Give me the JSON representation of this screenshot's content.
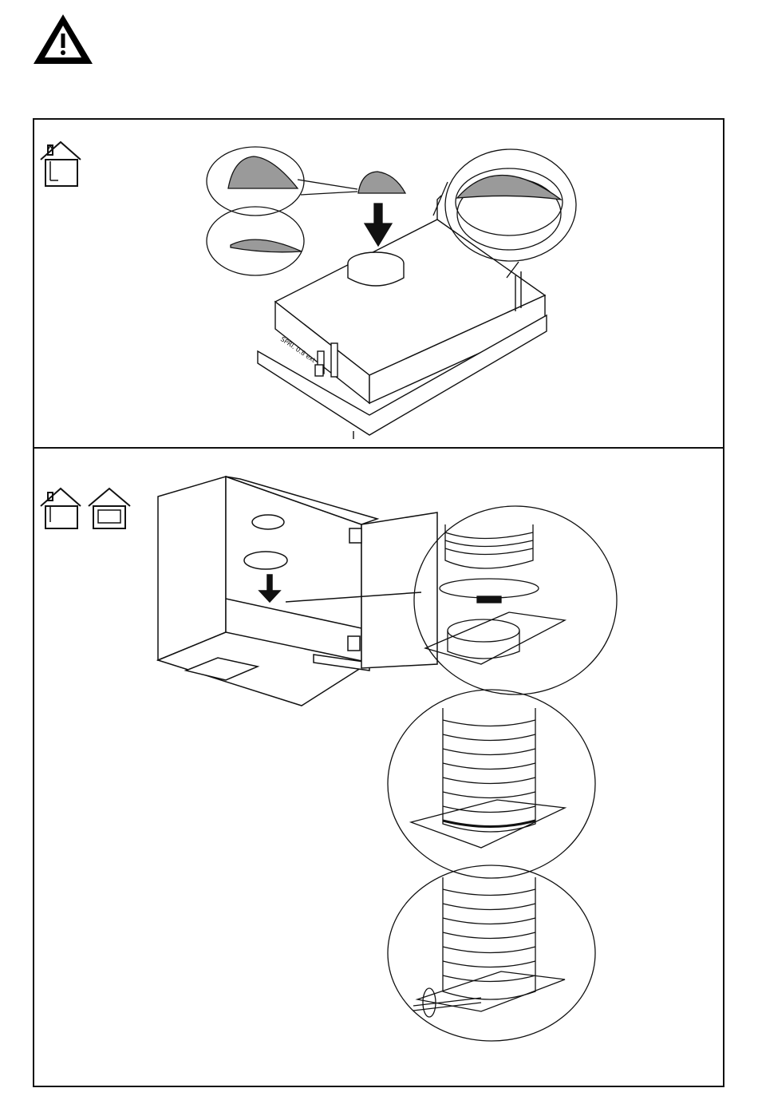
{
  "document": {
    "type": "installation-illustration",
    "warning_icon": "warning-triangle-icon",
    "steps": [
      {
        "mode_icons": [
          "house-ducted-exhaust-icon"
        ],
        "illustration": "backdraft-flap-fitted-into-hood-outlet",
        "unit_label": "SPRI. 0.8 ext"
      },
      {
        "mode_icons": [
          "house-ducted-exhaust-icon",
          "house-recirculation-icon"
        ],
        "illustrations": [
          "hood-in-cabinet-with-adapter-ring",
          "duct-clamp-and-ring-detail",
          "duct-fitted-on-ring-detail",
          "clamp-tightened-with-screwdriver-detail"
        ]
      }
    ]
  },
  "colors": {
    "line": "#111111",
    "flap_fill": "#9a9a9a",
    "background": "#ffffff"
  }
}
